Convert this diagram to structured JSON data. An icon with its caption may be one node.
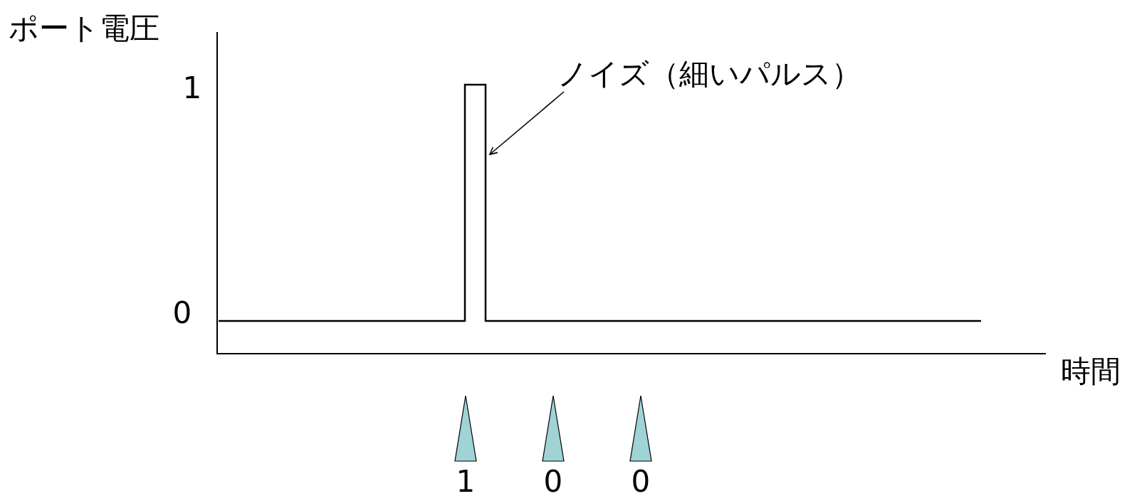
{
  "diagram": {
    "nodes": [
      {
        "text": [
          "ノイズ（細いパルス）"
        ]
      },
      {
        "text": [],
        "shape": "bar"
      },
      {
        "text": [],
        "shape": "triangle",
        "beside": [
          "1"
        ]
      },
      {
        "text": [],
        "shape": "triangle",
        "beside": [
          "0"
        ]
      },
      {
        "text": [],
        "shape": "triangle",
        "beside": [
          "0"
        ]
      }
    ],
    "edges": [
      {
        "from": 0,
        "to": 1,
        "arrow": "to"
      }
    ],
    "labels": [
      "ポート電圧",
      "1",
      "0",
      "時間"
    ]
  }
}
